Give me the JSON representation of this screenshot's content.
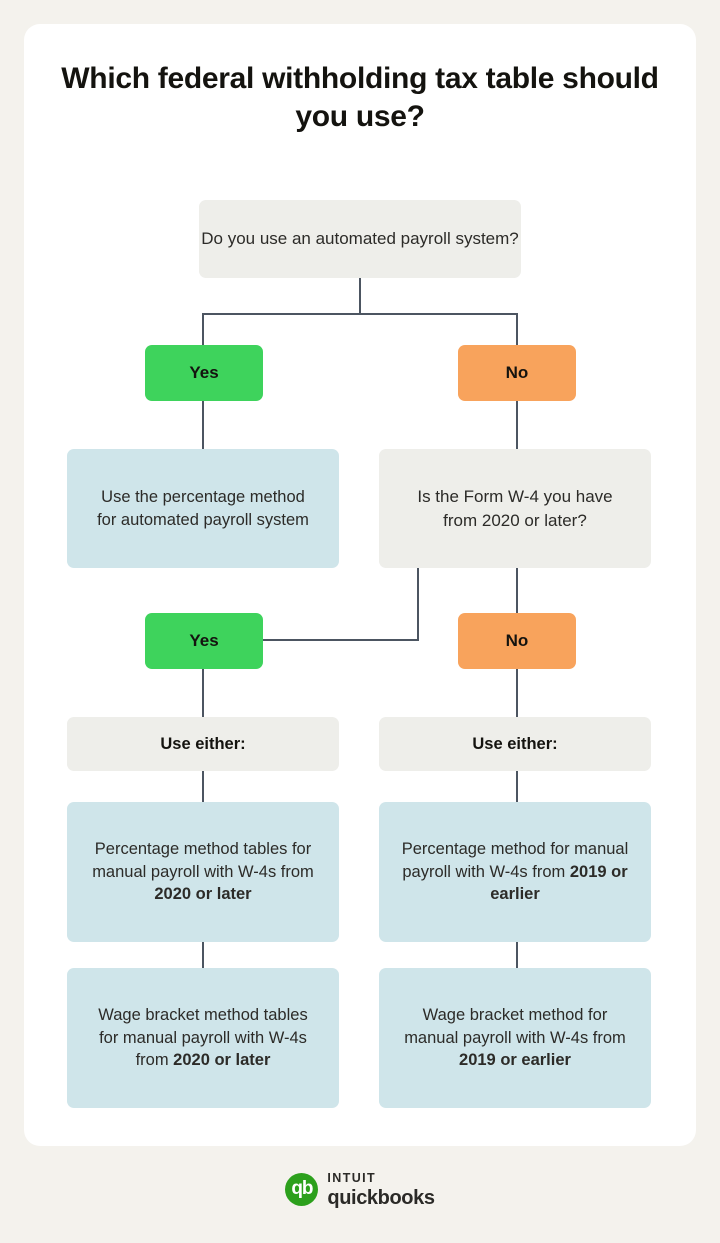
{
  "page": {
    "background_color": "#f4f2ed",
    "card_color": "#ffffff"
  },
  "title": "Which federal withholding tax table should you use?",
  "colors": {
    "yes_green": "#3ed35c",
    "no_orange": "#f8a35c",
    "question_gray": "#eeeeea",
    "result_blue": "#cfe5ea",
    "connector": "#4c5561",
    "brand_green": "#2ca01c"
  },
  "flow": {
    "q1": "Do you use an automated payroll system?",
    "q1_yes_label": "Yes",
    "q1_no_label": "No",
    "yes_result": "Use the percentage method for automated payroll system",
    "q2": "Is the Form W-4 you have from 2020 or later?",
    "q2_yes_label": "Yes",
    "q2_no_label": "No",
    "left_either": "Use either:",
    "right_either": "Use either:",
    "left_result_1_prefix": "Percentage method tables for manual payroll with W-4s from ",
    "left_result_1_bold": "2020 or later",
    "left_result_2_prefix": "Wage bracket method tables for manual payroll with W-4s from ",
    "left_result_2_bold": "2020 or later",
    "right_result_1_prefix": "Percentage method for manual payroll with W-4s from ",
    "right_result_1_bold": "2019 or earlier",
    "right_result_2_prefix": "Wage bracket method for manual payroll with W-4s from ",
    "right_result_2_bold": "2019 or earlier"
  },
  "footer": {
    "logo_monogram": "qb",
    "brand_top": "INTUIT",
    "brand_bottom": "quickbooks"
  }
}
